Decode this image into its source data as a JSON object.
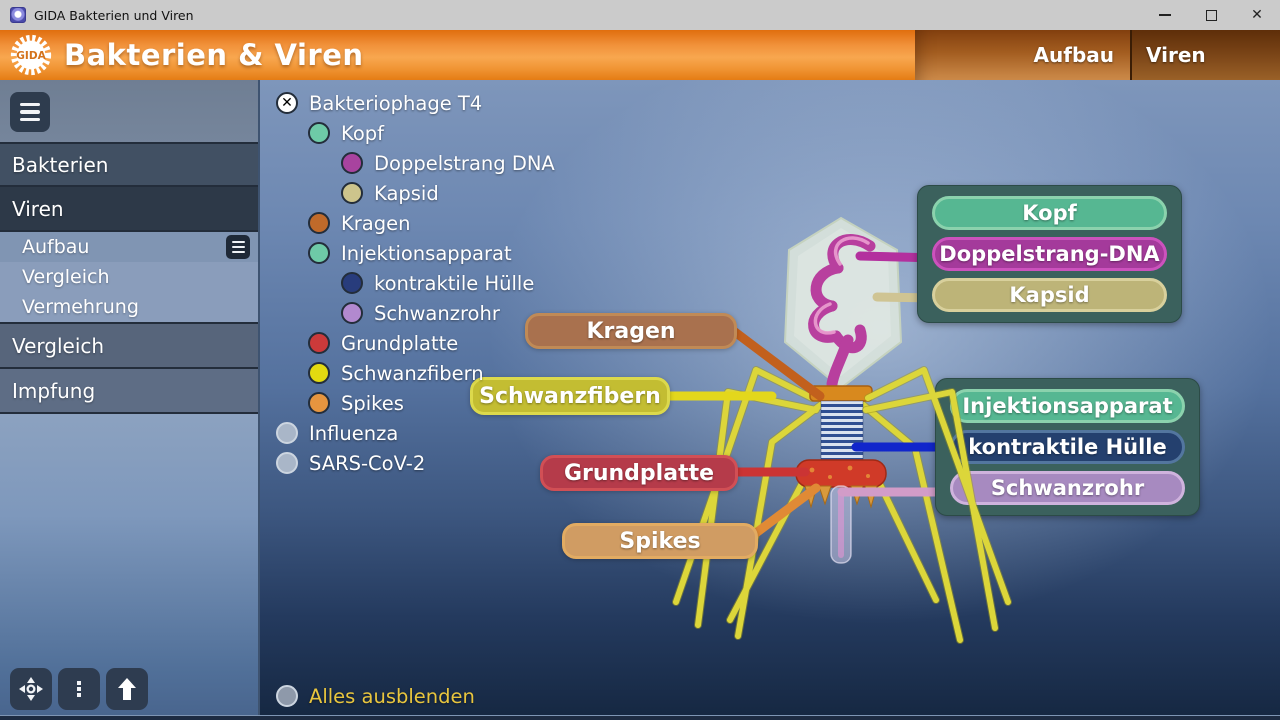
{
  "window": {
    "title": "GIDA Bakterien und Viren",
    "controls": {
      "minimize": "minimize",
      "maximize": "maximize",
      "close": "✕"
    }
  },
  "header": {
    "logo_text": "GIDA",
    "title": "Bakterien & Viren",
    "tabs": [
      {
        "label": "Aufbau"
      },
      {
        "label": "Viren",
        "active": true
      }
    ]
  },
  "sidebar": {
    "items": [
      {
        "label": "Bakterien"
      },
      {
        "label": "Viren",
        "active": true,
        "children": [
          {
            "label": "Aufbau",
            "active": true
          },
          {
            "label": "Vergleich"
          },
          {
            "label": "Vermehrung"
          }
        ]
      },
      {
        "label": "Vergleich"
      },
      {
        "label": "Impfung"
      }
    ]
  },
  "icons": {
    "close_toggle": "✕"
  },
  "legend": {
    "items": [
      {
        "label": "Bakteriophage T4",
        "level": 0,
        "color": "#ffffff",
        "toggle": "close"
      },
      {
        "label": "Kopf",
        "level": 1,
        "color": "#6ecaa7"
      },
      {
        "label": "Doppelstrang DNA",
        "level": 2,
        "color": "#a8439f"
      },
      {
        "label": "Kapsid",
        "level": 2,
        "color": "#cdc48c"
      },
      {
        "label": "Kragen",
        "level": 1,
        "color": "#c06a2a"
      },
      {
        "label": "Injektionsapparat",
        "level": 1,
        "color": "#6ecaa7"
      },
      {
        "label": "kontraktile Hülle",
        "level": 2,
        "color": "#283c7c"
      },
      {
        "label": "Schwanzrohr",
        "level": 2,
        "color": "#b289cf"
      },
      {
        "label": "Grundplatte",
        "level": 1,
        "color": "#cc3a3a"
      },
      {
        "label": "Schwanzfibern",
        "level": 1,
        "color": "#e3da10"
      },
      {
        "label": "Spikes",
        "level": 1,
        "color": "#e6953f"
      },
      {
        "label": "Influenza",
        "level": 0,
        "color": "#a9b6c8"
      },
      {
        "label": "SARS-CoV-2",
        "level": 0,
        "color": "#a9b6c8"
      }
    ],
    "footer": {
      "label": "Alles ausblenden",
      "color": "#8e99aa",
      "text_color": "#e8c53e"
    }
  },
  "diagram": {
    "callouts": {
      "kragen": {
        "label": "Kragen",
        "fill": "#a9714e",
        "border": "#c08a56"
      },
      "schwanzfibern": {
        "label": "Schwanzfibern",
        "fill": "#c3bd32",
        "border": "#dcd94c"
      },
      "grundplatte": {
        "label": "Grundplatte",
        "fill": "#b53b4a",
        "border": "#d14f55"
      },
      "spikes": {
        "label": "Spikes",
        "fill": "#d09c63",
        "border": "#e2ab62"
      }
    },
    "groups": {
      "head": {
        "items": [
          {
            "label": "Kopf",
            "fill": "#56b792",
            "border": "#8bd2ad"
          },
          {
            "label": "Doppelstrang-DNA",
            "fill": "#a43a9b",
            "border": "#cc52bd"
          },
          {
            "label": "Kapsid",
            "fill": "#bdb478",
            "border": "#d8d09c"
          }
        ]
      },
      "tail": {
        "items": [
          {
            "label": "Injektionsapparat",
            "fill": "#56b792",
            "border": "#8bd2ad"
          },
          {
            "label": "kontraktile Hülle",
            "fill": "#24406e",
            "border": "#53769f"
          },
          {
            "label": "Schwanzrohr",
            "fill": "#a78ac0",
            "border": "#cfb3dd"
          }
        ]
      }
    },
    "connector_colors": {
      "kragen": "#c2601d",
      "dna": "#b3309e",
      "kapsid": "#cfc493",
      "schwanzfibern": "#e3d71c",
      "kontraktile": "#1126cb",
      "grundplatte": "#cb3434",
      "schwanzrohr": "#d29cc8",
      "spikes": "#e08a35"
    }
  }
}
